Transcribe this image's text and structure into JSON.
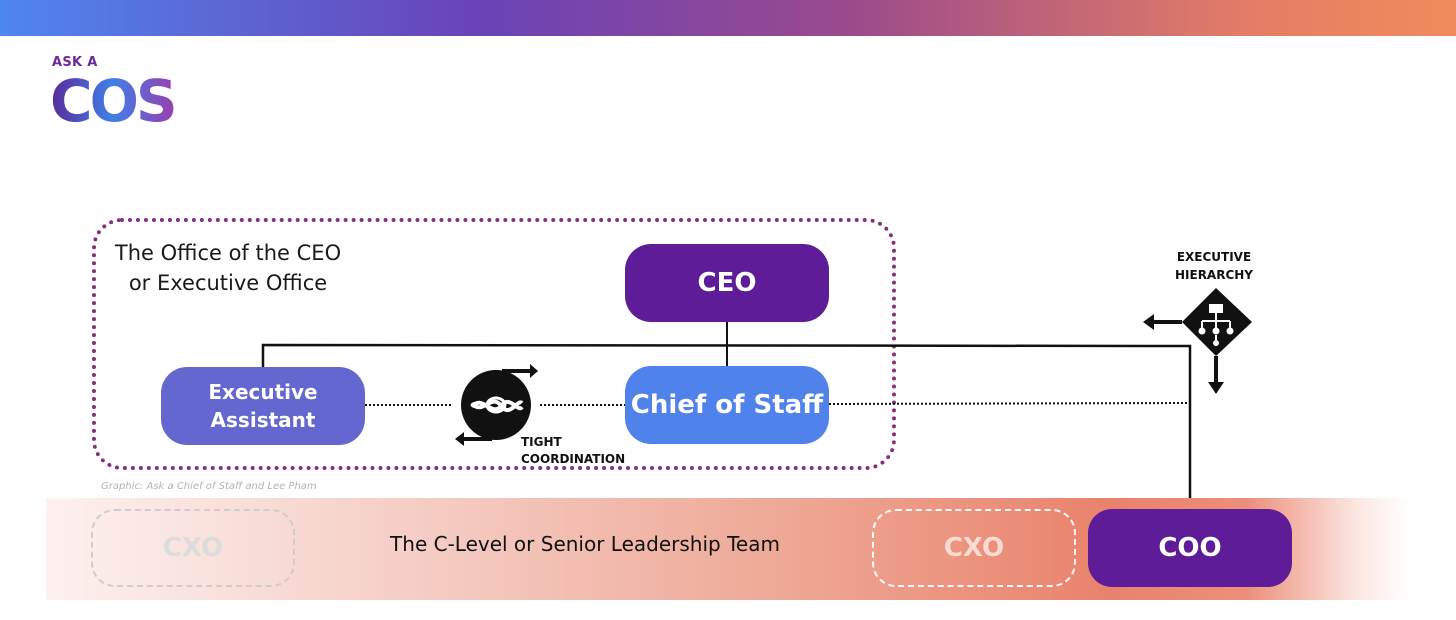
{
  "logo": {
    "small_text": "ASK A",
    "wordmark": "COS"
  },
  "office": {
    "title_line1": "The Office of the CEO",
    "title_line2": "or Executive Office"
  },
  "nodes": {
    "ceo": "CEO",
    "chief_of_staff": "Chief of Staff",
    "executive_assistant_line1": "Executive",
    "executive_assistant_line2": "Assistant",
    "coo": "COO",
    "cxo_left": "CXO",
    "cxo_right": "CXO"
  },
  "labels": {
    "tight_coordination": "TIGHT\nCOORDINATION",
    "executive_hierarchy_line1": "EXECUTIVE",
    "executive_hierarchy_line2": "HIERARCHY"
  },
  "band": {
    "title": "The C-Level or Senior Leadership Team"
  },
  "credit": "Graphic: Ask a Chief of Staff and Lee Pham",
  "colors": {
    "ceo": "#5f1c98",
    "chief_of_staff": "#4f82ea",
    "executive_assistant": "#6467cf",
    "coo": "#5f1c98",
    "office_border": "#84307e"
  }
}
